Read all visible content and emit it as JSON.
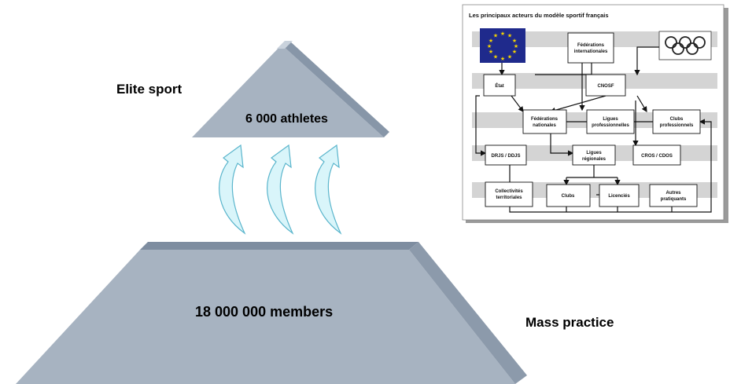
{
  "pyramid": {
    "elite_label": "Elite sport",
    "mass_label": "Mass practice",
    "top_value": "6 000 athletes",
    "bottom_value": "18 000 000 members"
  },
  "colors": {
    "pyramid_front": "#a7b3c1",
    "pyramid_side": "#7e8da0",
    "pyramid_top": "#c9d2dc",
    "arrow_fill": "#d9f5fa",
    "arrow_stroke": "#5ab5cc",
    "eu_blue": "#1f2a8c",
    "eu_star": "#f5d400"
  },
  "org_chart": {
    "title": "Les principaux acteurs du modèle sportif français",
    "boxes": {
      "federations_internationales": [
        "Fédérations",
        "internationales"
      ],
      "etat": [
        "État"
      ],
      "cnosf": [
        "CNOSF"
      ],
      "federations_nationales": [
        "Fédérations",
        "nationales"
      ],
      "ligues_professionnelles": [
        "Ligues",
        "professionnelles"
      ],
      "clubs_professionnels": [
        "Clubs",
        "professionnels"
      ],
      "drjs_ddjs": [
        "DRJS / DDJS"
      ],
      "ligues_regionales": [
        "Ligues",
        "régionales"
      ],
      "cros_cdos": [
        "CROS / CDOS"
      ],
      "collectivites_territoriales": [
        "Collectivités",
        "territoriales"
      ],
      "clubs": [
        "Clubs"
      ],
      "licencies": [
        "Licenciés"
      ],
      "autres_pratiquants": [
        "Autres",
        "pratiquants"
      ]
    }
  }
}
